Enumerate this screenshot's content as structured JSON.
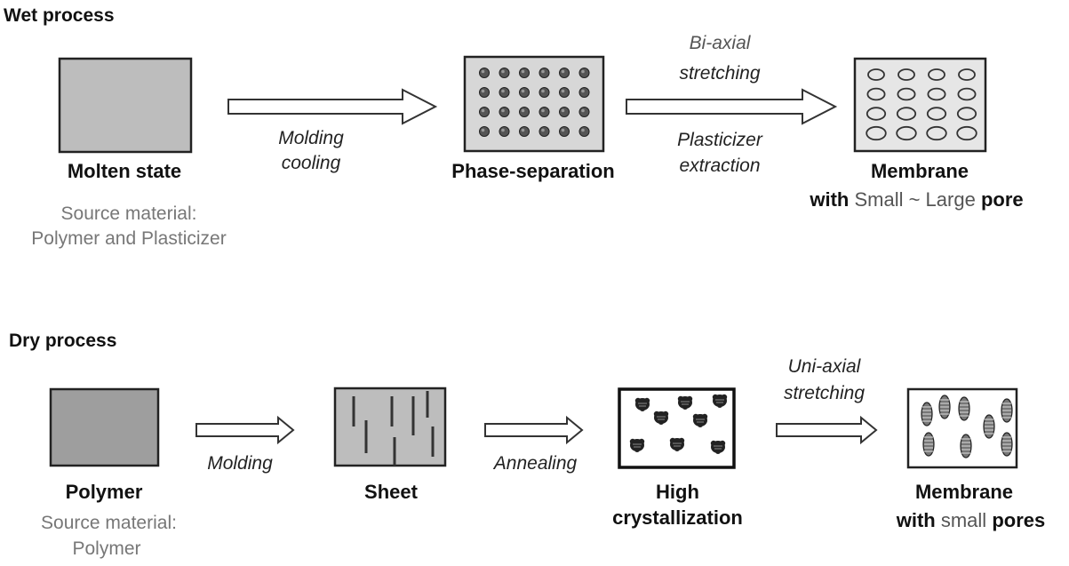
{
  "wet": {
    "title": "Wet process",
    "stage1": {
      "label": "Molten state",
      "source_line1": "Source material:",
      "source_line2": "Polymer and Plasticizer"
    },
    "step1": {
      "line1": "Molding",
      "line2": "cooling"
    },
    "stage2": {
      "label": "Phase-separation"
    },
    "step2": {
      "above_line1": "Bi-axial",
      "above_line2": "stretching",
      "below_line1": "Plasticizer",
      "below_line2": "extraction"
    },
    "stage3": {
      "label_line1": "Membrane",
      "label_line2_prefix": "with",
      "label_line2_middle": "Small ~ Large",
      "label_line2_suffix": "pore"
    }
  },
  "dry": {
    "title": "Dry process",
    "stage1": {
      "label": "Polymer",
      "source_line1": "Source material:",
      "source_line2": "Polymer"
    },
    "step1": {
      "line1": "Molding"
    },
    "stage2": {
      "label": "Sheet"
    },
    "step2": {
      "line1": "Annealing"
    },
    "stage3": {
      "label_line1": "High",
      "label_line2": "crystallization"
    },
    "step3": {
      "line1": "Uni-axial",
      "line2": "stretching"
    },
    "stage4": {
      "label_line1": "Membrane",
      "label_line2_prefix": "with",
      "label_line2_middle": "small",
      "label_line2_suffix": "pores"
    }
  },
  "colors": {
    "box_fill": "#bdbdbd",
    "box_fill_dark": "#9e9e9e",
    "membrane_fill": "#e6e6e6",
    "border": "#222222",
    "source_text": "#777777"
  }
}
